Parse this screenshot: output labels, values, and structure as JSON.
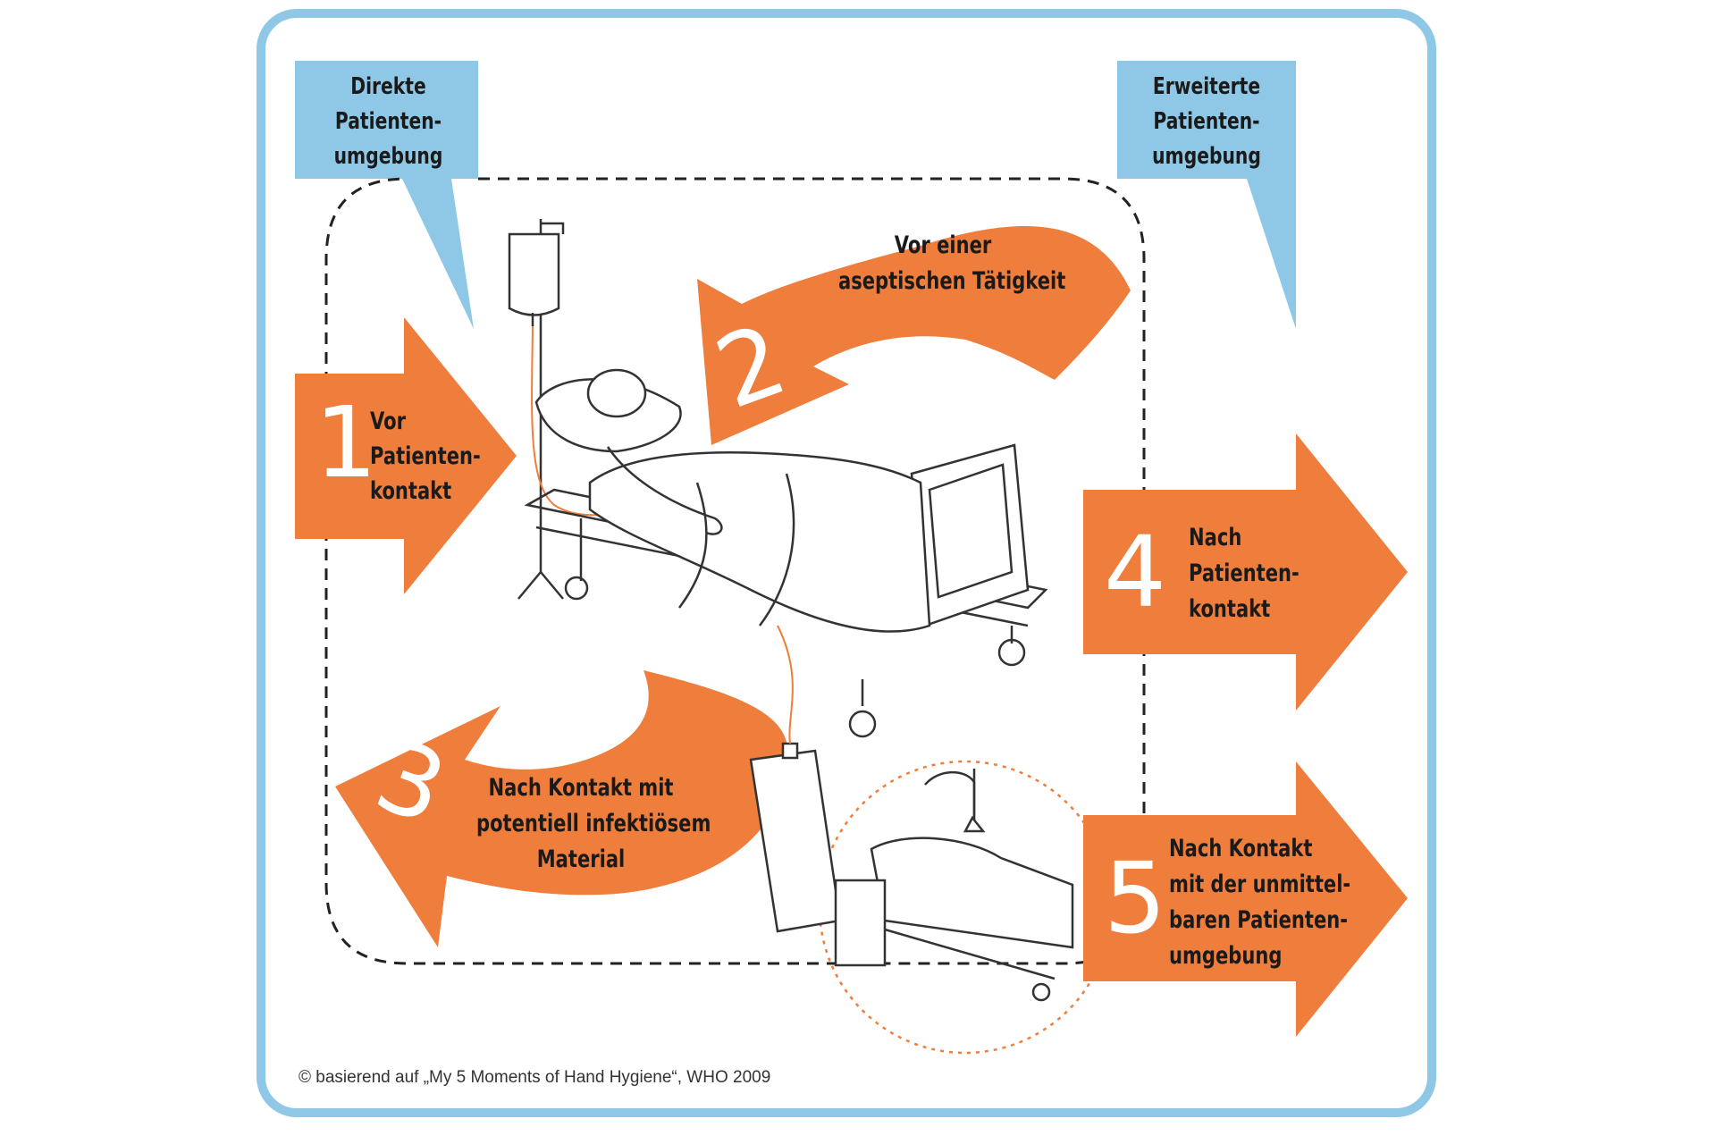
{
  "zones": {
    "direct": [
      "Direkte",
      "Patienten-",
      "umgebung"
    ],
    "extended": [
      "Erweiterte",
      "Patienten-",
      "umgebung"
    ]
  },
  "moments": [
    {
      "number": "1",
      "lines": [
        "Vor",
        "Patienten-",
        "kontakt"
      ]
    },
    {
      "number": "2",
      "lines": [
        "Vor einer",
        "aseptischen Tätigkeit"
      ]
    },
    {
      "number": "3",
      "lines": [
        "Nach Kontakt mit",
        "potentiell infektiösem",
        "Material"
      ]
    },
    {
      "number": "4",
      "lines": [
        "Nach",
        "Patienten-",
        "kontakt"
      ]
    },
    {
      "number": "5",
      "lines": [
        "Nach Kontakt",
        "mit der unmittel-",
        "baren Patienten-",
        "umgebung"
      ]
    }
  ],
  "credit": "© basierend auf „My 5 Moments of Hand Hygiene“, WHO 2009",
  "colors": {
    "frame": "#8ec8e6",
    "callout": "#8ec8e6",
    "arrow": "#ef7d3c",
    "dashed": "#222222",
    "sketch": "#333333",
    "tube": "#ef7d3c"
  }
}
